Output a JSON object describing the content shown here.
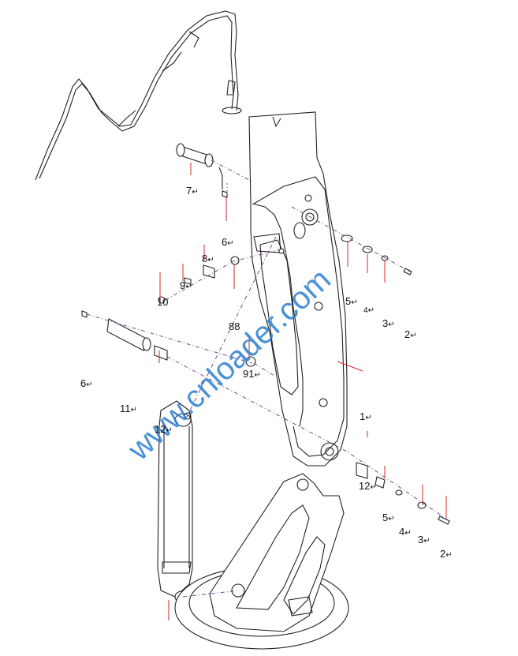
{
  "watermark": "www.cnloader.com",
  "callouts": [
    {
      "id": "c7a",
      "text": "7"
    },
    {
      "id": "c6a",
      "text": "6"
    },
    {
      "id": "c8a",
      "text": "8"
    },
    {
      "id": "c9a",
      "text": "9"
    },
    {
      "id": "c10",
      "text": "10"
    },
    {
      "id": "c88",
      "text": "88"
    },
    {
      "id": "c91",
      "text": "91"
    },
    {
      "id": "c5a",
      "text": "5"
    },
    {
      "id": "c4a",
      "text": "4"
    },
    {
      "id": "c3a",
      "text": "3"
    },
    {
      "id": "c2a",
      "text": "2"
    },
    {
      "id": "c6b",
      "text": "6"
    },
    {
      "id": "c11",
      "text": "11"
    },
    {
      "id": "c12a",
      "text": "12"
    },
    {
      "id": "c1",
      "text": "1"
    },
    {
      "id": "c12b",
      "text": "12"
    },
    {
      "id": "c5b",
      "text": "5"
    },
    {
      "id": "c4b",
      "text": "4"
    },
    {
      "id": "c3b",
      "text": "3"
    },
    {
      "id": "c2b",
      "text": "2"
    }
  ],
  "return_mark": "↵"
}
